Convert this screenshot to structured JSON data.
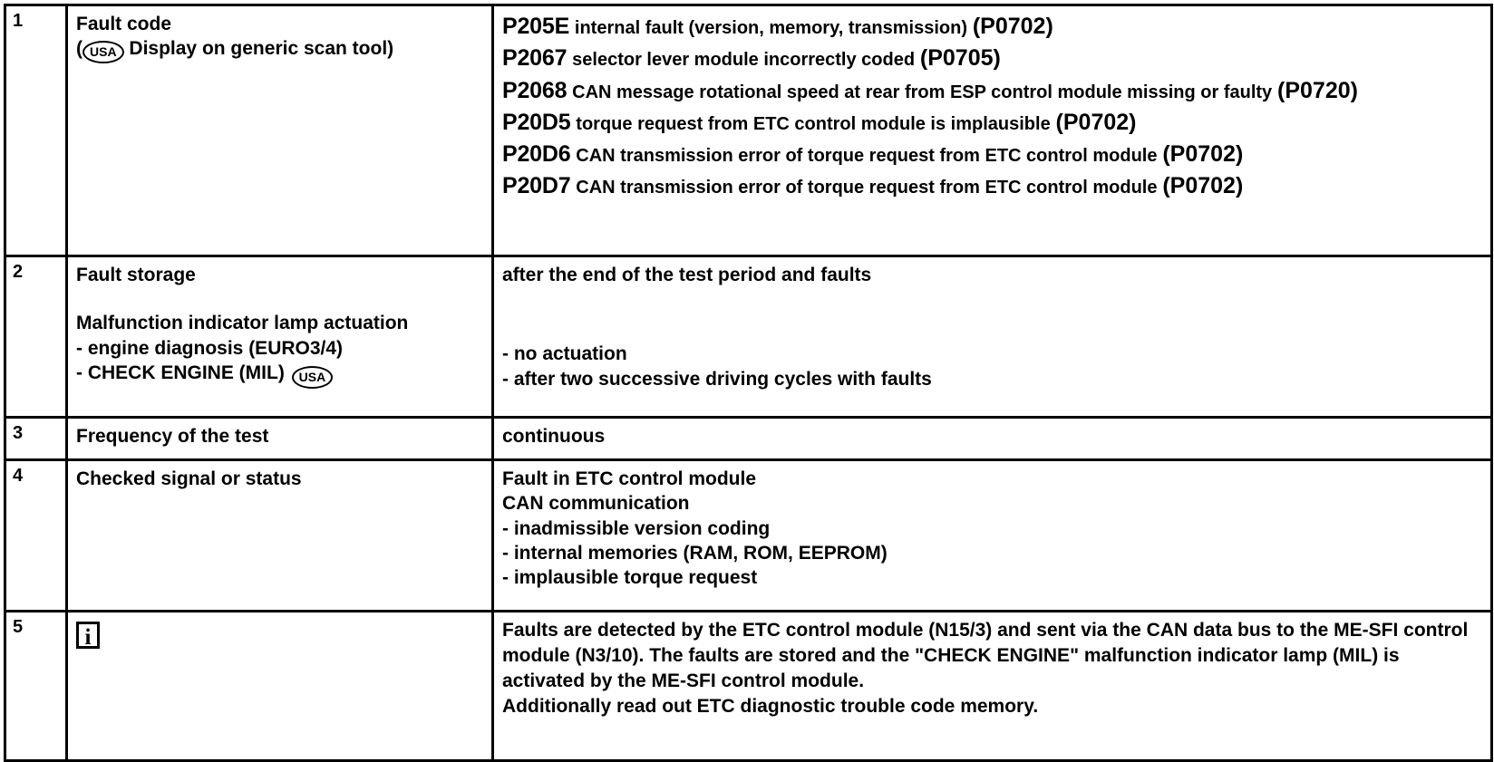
{
  "document": {
    "type": "diagnostic-table",
    "columns": [
      "row number",
      "criterion",
      "value"
    ]
  },
  "rows": [
    {
      "number": "1",
      "label": {
        "title": "Fault code",
        "sub_prefix": "(",
        "badge": "USA",
        "sub_text": "Display on generic scan tool)"
      },
      "fault_codes": [
        {
          "code": "P205E",
          "description": "internal fault (version, memory, transmission)",
          "generic": "(P0702)"
        },
        {
          "code": "P2067",
          "description": "selector lever module incorrectly coded",
          "generic": "(P0705)"
        },
        {
          "code": "P2068",
          "description": "CAN message rotational speed at rear from ESP control module missing or faulty",
          "generic": "(P0720)"
        },
        {
          "code": "P20D5",
          "description": "torque request from ETC control module is implausible",
          "generic": "(P0702)"
        },
        {
          "code": "P20D6",
          "description": "CAN transmission error of torque request from ETC control module",
          "generic": "(P0702)"
        },
        {
          "code": "P20D7",
          "description": "CAN transmission error of torque request from ETC control module",
          "generic": "(P0702)"
        }
      ]
    },
    {
      "number": "2",
      "label": {
        "line1": "Fault storage",
        "line2": "Malfunction indicator lamp actuation",
        "line3": "- engine diagnosis (EURO3/4)",
        "line4_prefix": "- CHECK ENGINE (MIL)",
        "badge": "USA"
      },
      "value": {
        "line1": "after the end of the test period and faults",
        "line2": "- no actuation",
        "line3": "- after two successive driving cycles with faults"
      }
    },
    {
      "number": "3",
      "label": {
        "line1": "Frequency of the test"
      },
      "value": {
        "line1": "continuous"
      }
    },
    {
      "number": "4",
      "label": {
        "line1": "Checked signal or status"
      },
      "value": {
        "line1": "Fault in ETC control module",
        "line2": "CAN communication",
        "line3": "- inadmissible version coding",
        "line4": "- internal memories (RAM, ROM, EEPROM)",
        "line5": "- implausible torque request"
      }
    },
    {
      "number": "5",
      "label": {
        "icon": "i"
      },
      "value": {
        "para1": "Faults are detected by the ETC control module (N15/3) and sent via the CAN data bus to the ME-SFI control module (N3/10). The faults are stored and the \"CHECK ENGINE\" malfunction indicator lamp (MIL) is activated by the ME-SFI control module.",
        "para2": "Additionally read out ETC diagnostic trouble code memory."
      }
    }
  ],
  "colors": {
    "ink": "#000000",
    "paper": "#ffffff"
  }
}
